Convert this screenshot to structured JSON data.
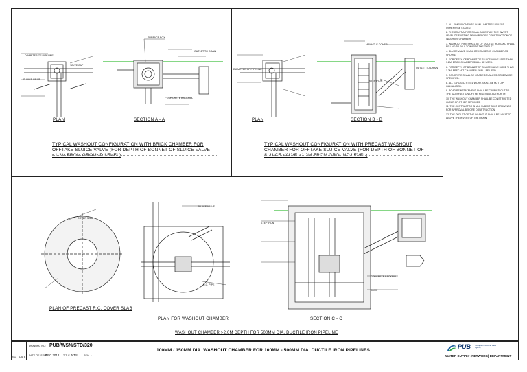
{
  "views": {
    "plan_a": "PLAN",
    "section_a": "SECTION A - A",
    "plan_b": "PLAN",
    "section_b": "SECTION B - B",
    "cover_slab": "PLAN OF PRECAST R.C. COVER SLAB",
    "plan_chamber": "PLAN FOR WASHOUT CHAMBER",
    "section_c": "SECTION C - C"
  },
  "captions": {
    "brick": "TYPICAL WASHOUT CONFIGURATION WITH BRICK CHAMBER FOR OFFTAKE SLUICE VALVE (FOR DEPTH OF BONNET OF SLUICE VALVE <1.2M FROM GROUND LEVEL)",
    "precast": "TYPICAL WASHOUT CONFIGURATION WITH PRECAST WASHOUT CHAMBER FOR OFFTAKE SLUICE VALVE (FOR DEPTH OF BONNET OF SLUICE VALVE >1.2M FROM GROUND LEVEL)",
    "bottom": "WASHOUT CHAMBER >2.0M DEPTH FOR 500MM DIA. DUCTILE IRON PIPELINE"
  },
  "callouts": {
    "pipeline": "DIAMETER OF PIPELINE",
    "sluice": "SLUICE VALVE",
    "valve_cap": "VALVE CAP",
    "surface_box": "SURFACE BOX",
    "concrete": "CONCRETE BACKFILL",
    "outlet": "OUTLET TO DRAIN",
    "manhole": "MANHOLE COVER",
    "ladder": "STEP IRON",
    "sump": "SUMP",
    "cover": "COVER SLAB",
    "rc_pipe": "R.C. PIPE"
  },
  "notes": [
    "1. ALL DIMENSIONS ARE IN MILLIMETRES UNLESS OTHERWISE STATED.",
    "2. THE CONTRACTOR SHALL ASCERTAIN THE INVERT LEVEL OF EXISTING DRAIN BEFORE CONSTRUCTION OF WASHOUT CHAMBER.",
    "3. WASHOUT PIPE SHALL BE OF DUCTILE IRON AND SHALL BE LAID TO FALL TOWARDS THE OUTLET.",
    "4. SLUICE VALVE SHALL BE HOUSED IN CHAMBER AS SHOWN.",
    "5. FOR DEPTH OF BONNET OF SLUICE VALVE LESS THAN 1.2M, BRICK CHAMBER SHALL BE USED.",
    "6. FOR DEPTH OF BONNET OF SLUICE VALVE MORE THAN 1.2M, PRECAST CHAMBER SHALL BE USED.",
    "7. CONCRETE SHALL BE GRADE 20 UNLESS OTHERWISE SPECIFIED.",
    "8. ALL EXPOSED STEEL WORK SHALL BE HOT DIP GALVANISED.",
    "9. ROAD REINSTATEMENT SHALL BE CARRIED OUT TO THE SATISFACTION OF THE RELEVANT AUTHORITY.",
    "10. THE WASHOUT CHAMBER SHALL BE CONSTRUCTED CLEAR OF OTHER SERVICES.",
    "11. THE CONTRACTOR SHALL SUBMIT SHOP DRAWINGS FOR APPROVAL BEFORE CONSTRUCTION.",
    "12. THE OUTLET OF THE WASHOUT SHALL BE LOCATED ABOVE THE INVERT OF THE DRAIN."
  ],
  "titleblock": {
    "drawing_no_label": "DRAWING NO:",
    "drawing_no": "PUB/WSN/STD/320",
    "date_label": "DATE OF ISSUE",
    "date": "DEC 2012",
    "title_label": "TITLE",
    "scale": "NTS",
    "rev_label": "REV",
    "rev": "-",
    "no_label": "NO.",
    "date_col": "DATE",
    "title": "100MM / 150MM DIA. WASHOUT CHAMBER FOR 100MM - 500MM DIA. DUCTILE IRON PIPELINES",
    "logo": "PUB",
    "logo_tag": "Singapore's National Water Agency",
    "department": "WATER SUPPLY (NETWORK) DEPARTMENT"
  }
}
